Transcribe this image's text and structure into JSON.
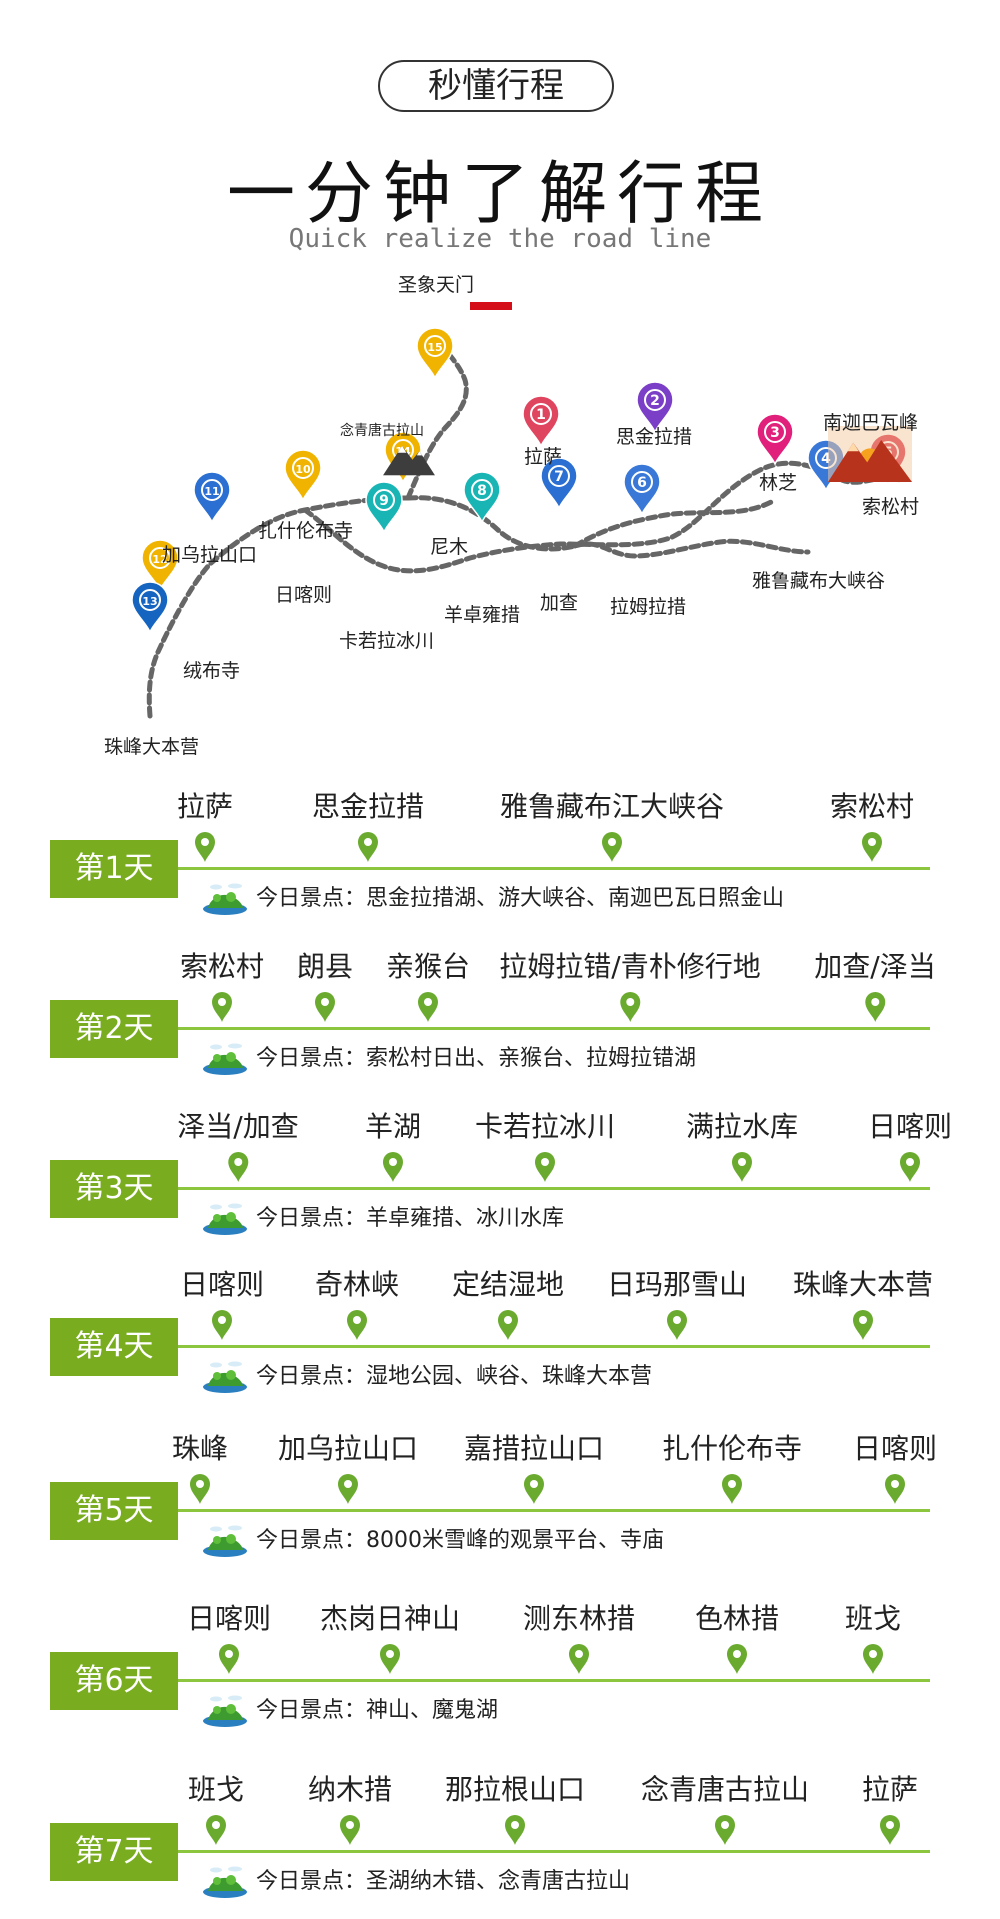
{
  "header": {
    "badge": "秒懂行程",
    "title": "一分钟了解行程",
    "subtitle": "Quick realize the road line",
    "accent_color": "#d40f1a"
  },
  "route_map": {
    "nodes": [
      {
        "num": "15",
        "label": "圣象天门",
        "color": "#f0b400"
      },
      {
        "num": "1",
        "label": "拉萨",
        "color": "#e04560"
      },
      {
        "num": "2",
        "label": "思金拉措",
        "color": "#7b3fc7"
      },
      {
        "num": "3",
        "label": "林芝",
        "color": "#e0207a"
      },
      {
        "num": "4",
        "label": "雅鲁藏布大峡谷",
        "color": "#3a78d8"
      },
      {
        "num": "5",
        "label": "索松村",
        "color": "#d8203a"
      },
      {
        "num": "6",
        "label": "拉姆拉措",
        "color": "#3a78d8"
      },
      {
        "num": "7",
        "label": "加查",
        "color": "#2a6fd1"
      },
      {
        "num": "8",
        "label": "羊卓雍措",
        "color": "#19b5b5"
      },
      {
        "num": "9",
        "label": "卡若拉冰川",
        "color": "#19b5b5"
      },
      {
        "num": "10",
        "label": "日喀则",
        "color": "#f0b400"
      },
      {
        "num": "14",
        "label": "尼木",
        "color": "#f0b400"
      },
      {
        "num": "11",
        "label": "加乌拉山口",
        "color": "#2a6fd1"
      },
      {
        "num": "12",
        "label": "绒布寺",
        "color": "#f0b400"
      },
      {
        "num": "13",
        "label": "珠峰大本营",
        "color": "#1565c0"
      }
    ],
    "extra_labels": {
      "nyenchen": "念青唐古拉山",
      "namcha": "南迦巴瓦峰",
      "tashi": "扎什伦布寺"
    },
    "pin_icon": "map-pin-icon",
    "mountain_icon": "mountain-icon"
  },
  "days": [
    {
      "label": "第1天",
      "stops": [
        "拉萨",
        "思金拉措",
        "雅鲁藏布江大峡谷",
        "索松村"
      ],
      "spots": "今日景点：思金拉措湖、游大峡谷、南迦巴瓦日照金山"
    },
    {
      "label": "第2天",
      "stops": [
        "索松村",
        "朗县",
        "亲猴台",
        "拉姆拉错/青朴修行地",
        "加查/泽当"
      ],
      "spots": "今日景点：索松村日出、亲猴台、拉姆拉错湖"
    },
    {
      "label": "第3天",
      "stops": [
        "泽当/加查",
        "羊湖",
        "卡若拉冰川",
        "满拉水库",
        "日喀则"
      ],
      "spots": "今日景点：羊卓雍措、冰川水库"
    },
    {
      "label": "第4天",
      "stops": [
        "日喀则",
        "奇林峡",
        "定结湿地",
        "日玛那雪山",
        "珠峰大本营"
      ],
      "spots": "今日景点：湿地公园、峡谷、珠峰大本营"
    },
    {
      "label": "第5天",
      "stops": [
        "珠峰",
        "加乌拉山口",
        "嘉措拉山口",
        "扎什伦布寺",
        "日喀则"
      ],
      "spots": "今日景点：8000米雪峰的观景平台、寺庙"
    },
    {
      "label": "第6天",
      "stops": [
        "日喀则",
        "杰岗日神山",
        "测东林措",
        "色林措",
        "班戈"
      ],
      "spots": "今日景点：神山、魔鬼湖"
    },
    {
      "label": "第7天",
      "stops": [
        "班戈",
        "纳木措",
        "那拉根山口",
        "念青唐古拉山",
        "拉萨"
      ],
      "spots": "今日景点：圣湖纳木错、念青唐古拉山"
    }
  ],
  "theme": {
    "green": "#79ad1f",
    "line_green": "#8cc63f",
    "spots_icon": "island-icon"
  }
}
